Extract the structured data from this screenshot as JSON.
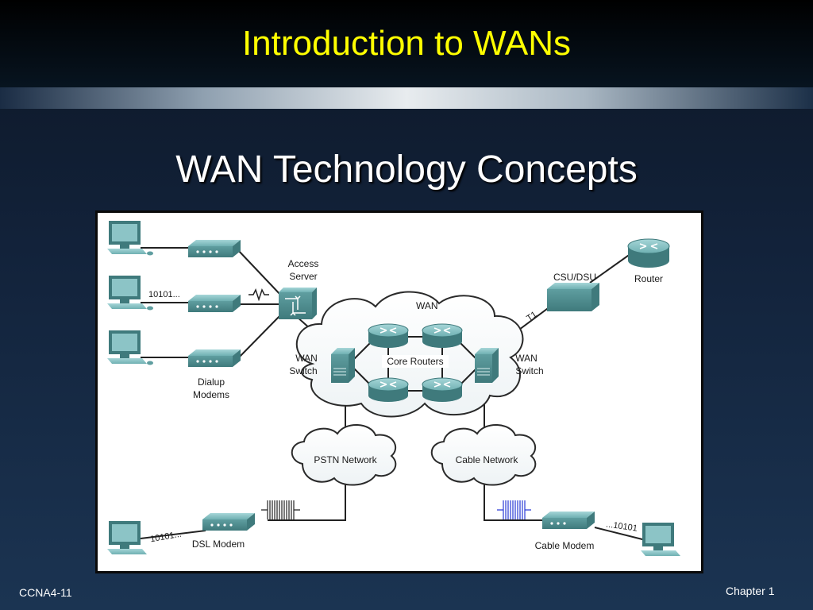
{
  "header": {
    "title": "Introduction to WANs"
  },
  "slide": {
    "title": "WAN Technology Concepts"
  },
  "diagram": {
    "labels": {
      "access_server_1": "Access",
      "access_server_2": "Server",
      "csu_dsu": "CSU/DSU",
      "router": "Router",
      "wan_cloud": "WAN",
      "t1": "T1",
      "wan_switch_left_1": "WAN",
      "wan_switch_left_2": "Switch",
      "wan_switch_right_1": "WAN",
      "wan_switch_right_2": "Switch",
      "core_routers": "Core Routers",
      "dialup_1": "Dialup",
      "dialup_2": "Modems",
      "bits_dialup": "10101...",
      "pstn": "PSTN Network",
      "cable_network": "Cable Network",
      "bits_dsl": "10101...",
      "dsl_modem": "DSL Modem",
      "bits_cable": "...10101",
      "cable_modem": "Cable Modem"
    },
    "colors": {
      "device": "#5f9ea0",
      "device_dark": "#3f7a7c",
      "device_light": "#8cc4c6",
      "line": "#222222",
      "signal_dsl": "#222222",
      "signal_cable": "#2a3bd6"
    }
  },
  "footer": {
    "left": "CCNA4-11",
    "right": "Chapter 1"
  }
}
